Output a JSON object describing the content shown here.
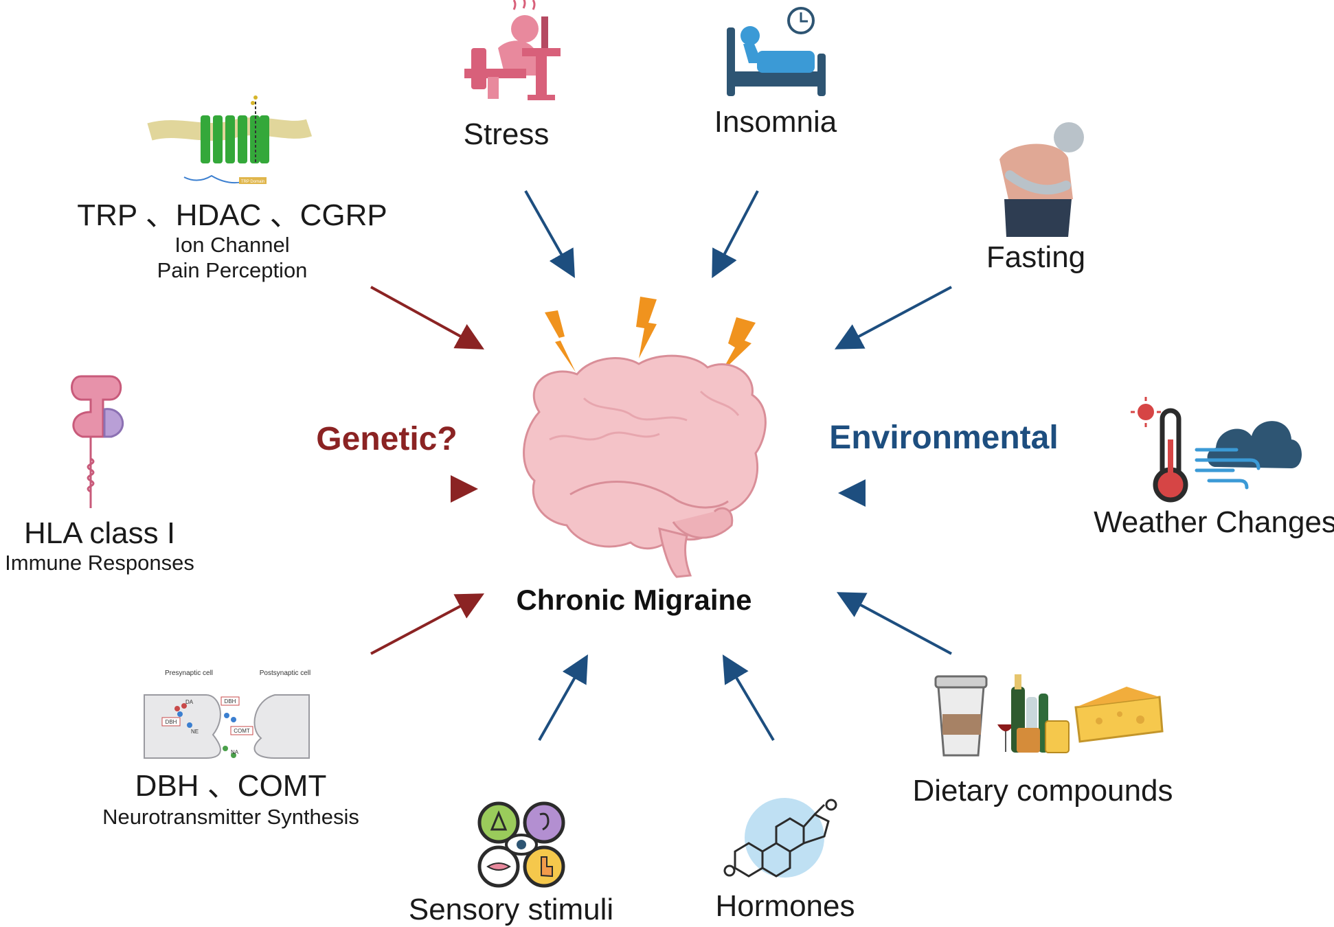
{
  "center": {
    "title": "Chronic Migraine"
  },
  "categories": {
    "genetic": "Genetic?",
    "environmental": "Environmental"
  },
  "genetic_factors": [
    {
      "name": "TRP 、HDAC 、CGRP",
      "sub1": "Ion Channel",
      "sub2": "Pain Perception"
    },
    {
      "name": "HLA class I",
      "sub1": "Immune Responses"
    },
    {
      "name": "DBH 、COMT",
      "sub1": "Neurotransmitter Synthesis"
    }
  ],
  "environmental_factors": [
    {
      "name": "Stress"
    },
    {
      "name": "Insomnia"
    },
    {
      "name": "Fasting"
    },
    {
      "name": "Weather Changes"
    },
    {
      "name": "Dietary compounds"
    },
    {
      "name": "Hormones"
    },
    {
      "name": "Sensory stimuli"
    }
  ],
  "synapse_labels": {
    "pre": "Presynaptic cell",
    "post": "Postsynaptic cell",
    "da": "DA",
    "dbh": "DBH",
    "ne": "NE",
    "comt": "COMT",
    "na": "NA"
  },
  "trp_label": "TRP Domain",
  "colors": {
    "genetic": "#8b2323",
    "environmental": "#1d4e7f",
    "bolt": "#f0931e",
    "brain": "#f4c3c8"
  }
}
